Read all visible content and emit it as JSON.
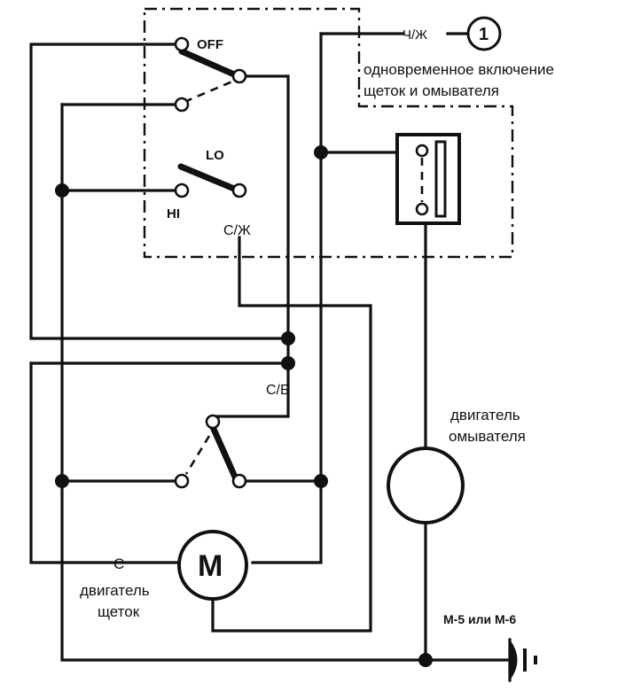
{
  "switch_labels": {
    "off": "OFF",
    "lo": "LO",
    "hi": "HI",
    "cg": "С/Ж",
    "cb": "С/Б",
    "chg": "Ч/Ж"
  },
  "connector": {
    "number": "1",
    "note_line1": "одновременное включение",
    "note_line2": "щеток и омывателя"
  },
  "washer_motor": {
    "label_line1": "двигатель",
    "label_line2": "омывателя"
  },
  "wiper_motor": {
    "symbol": "M",
    "terminal": "С",
    "label_line1": "двигатель",
    "label_line2": "щеток"
  },
  "ground": {
    "label": "М-5 или М-6"
  }
}
